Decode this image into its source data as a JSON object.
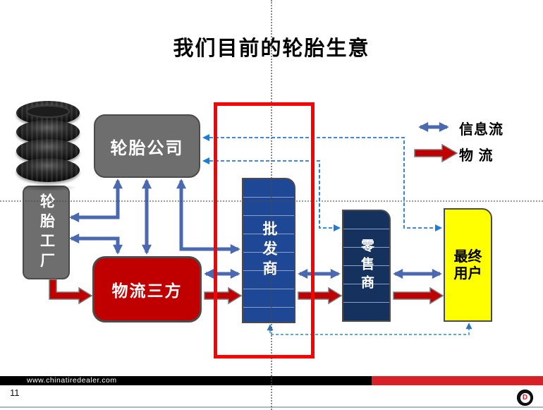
{
  "title": "我们目前的轮胎生意",
  "page_number": "11",
  "nodes": {
    "tire_company": "轮胎公司",
    "tire_factory": "轮胎工厂",
    "logistics_3pl": "物流三方",
    "wholesaler": "批发商",
    "retailer": "零售商",
    "end_user": "最终用户"
  },
  "legend": {
    "info_flow_label": "信息流",
    "material_flow_label": "物  流"
  },
  "footer": {
    "url": "www.chinatiredealer.com",
    "logo_letter": "D"
  },
  "colors": {
    "node_gray": "#6E6E6E",
    "logistics_red": "#C00000",
    "wholesaler_blue": "#1E4796",
    "retailer_navy": "#15325F",
    "end_user_yellow": "#FFFF00",
    "info_arrow_blue": "#4A69B0",
    "dashed_info_blue": "#1E7BD7",
    "dashed_light_blue": "#5FA8DC",
    "highlight_red": "#FE0000",
    "footer_bar_red": "#D62128"
  }
}
